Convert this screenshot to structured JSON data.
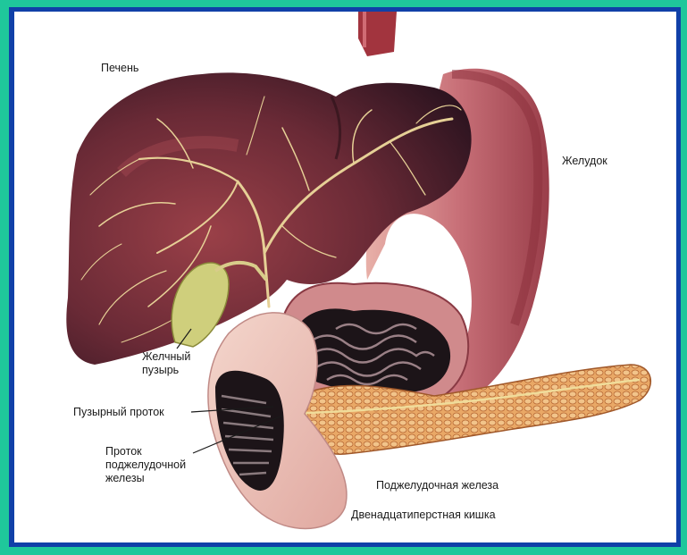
{
  "labels": {
    "liver": "Печень",
    "stomach": "Желудок",
    "gallbladder_line1": "Желчный",
    "gallbladder_line2": "пузырь",
    "cystic_duct": "Пузырный проток",
    "pancreatic_duct_line1": "Проток",
    "pancreatic_duct_line2": "поджелудочной",
    "pancreatic_duct_line3": "железы",
    "pancreas": "Поджелудочная железа",
    "duodenum": "Двенадцатиперстная кишка"
  },
  "colors": {
    "outer_frame": "#1fc79b",
    "inner_border": "#1040a8",
    "liver_dark": "#3a1a26",
    "liver_red": "#8e3a42",
    "stomach": "#b85a62",
    "stomach_light": "#e9b2a8",
    "gallbladder": "#cfcf7a",
    "pancreas": "#e8a868",
    "bile_ducts": "#e8d49a",
    "mucosa_dark": "#1a1418"
  }
}
